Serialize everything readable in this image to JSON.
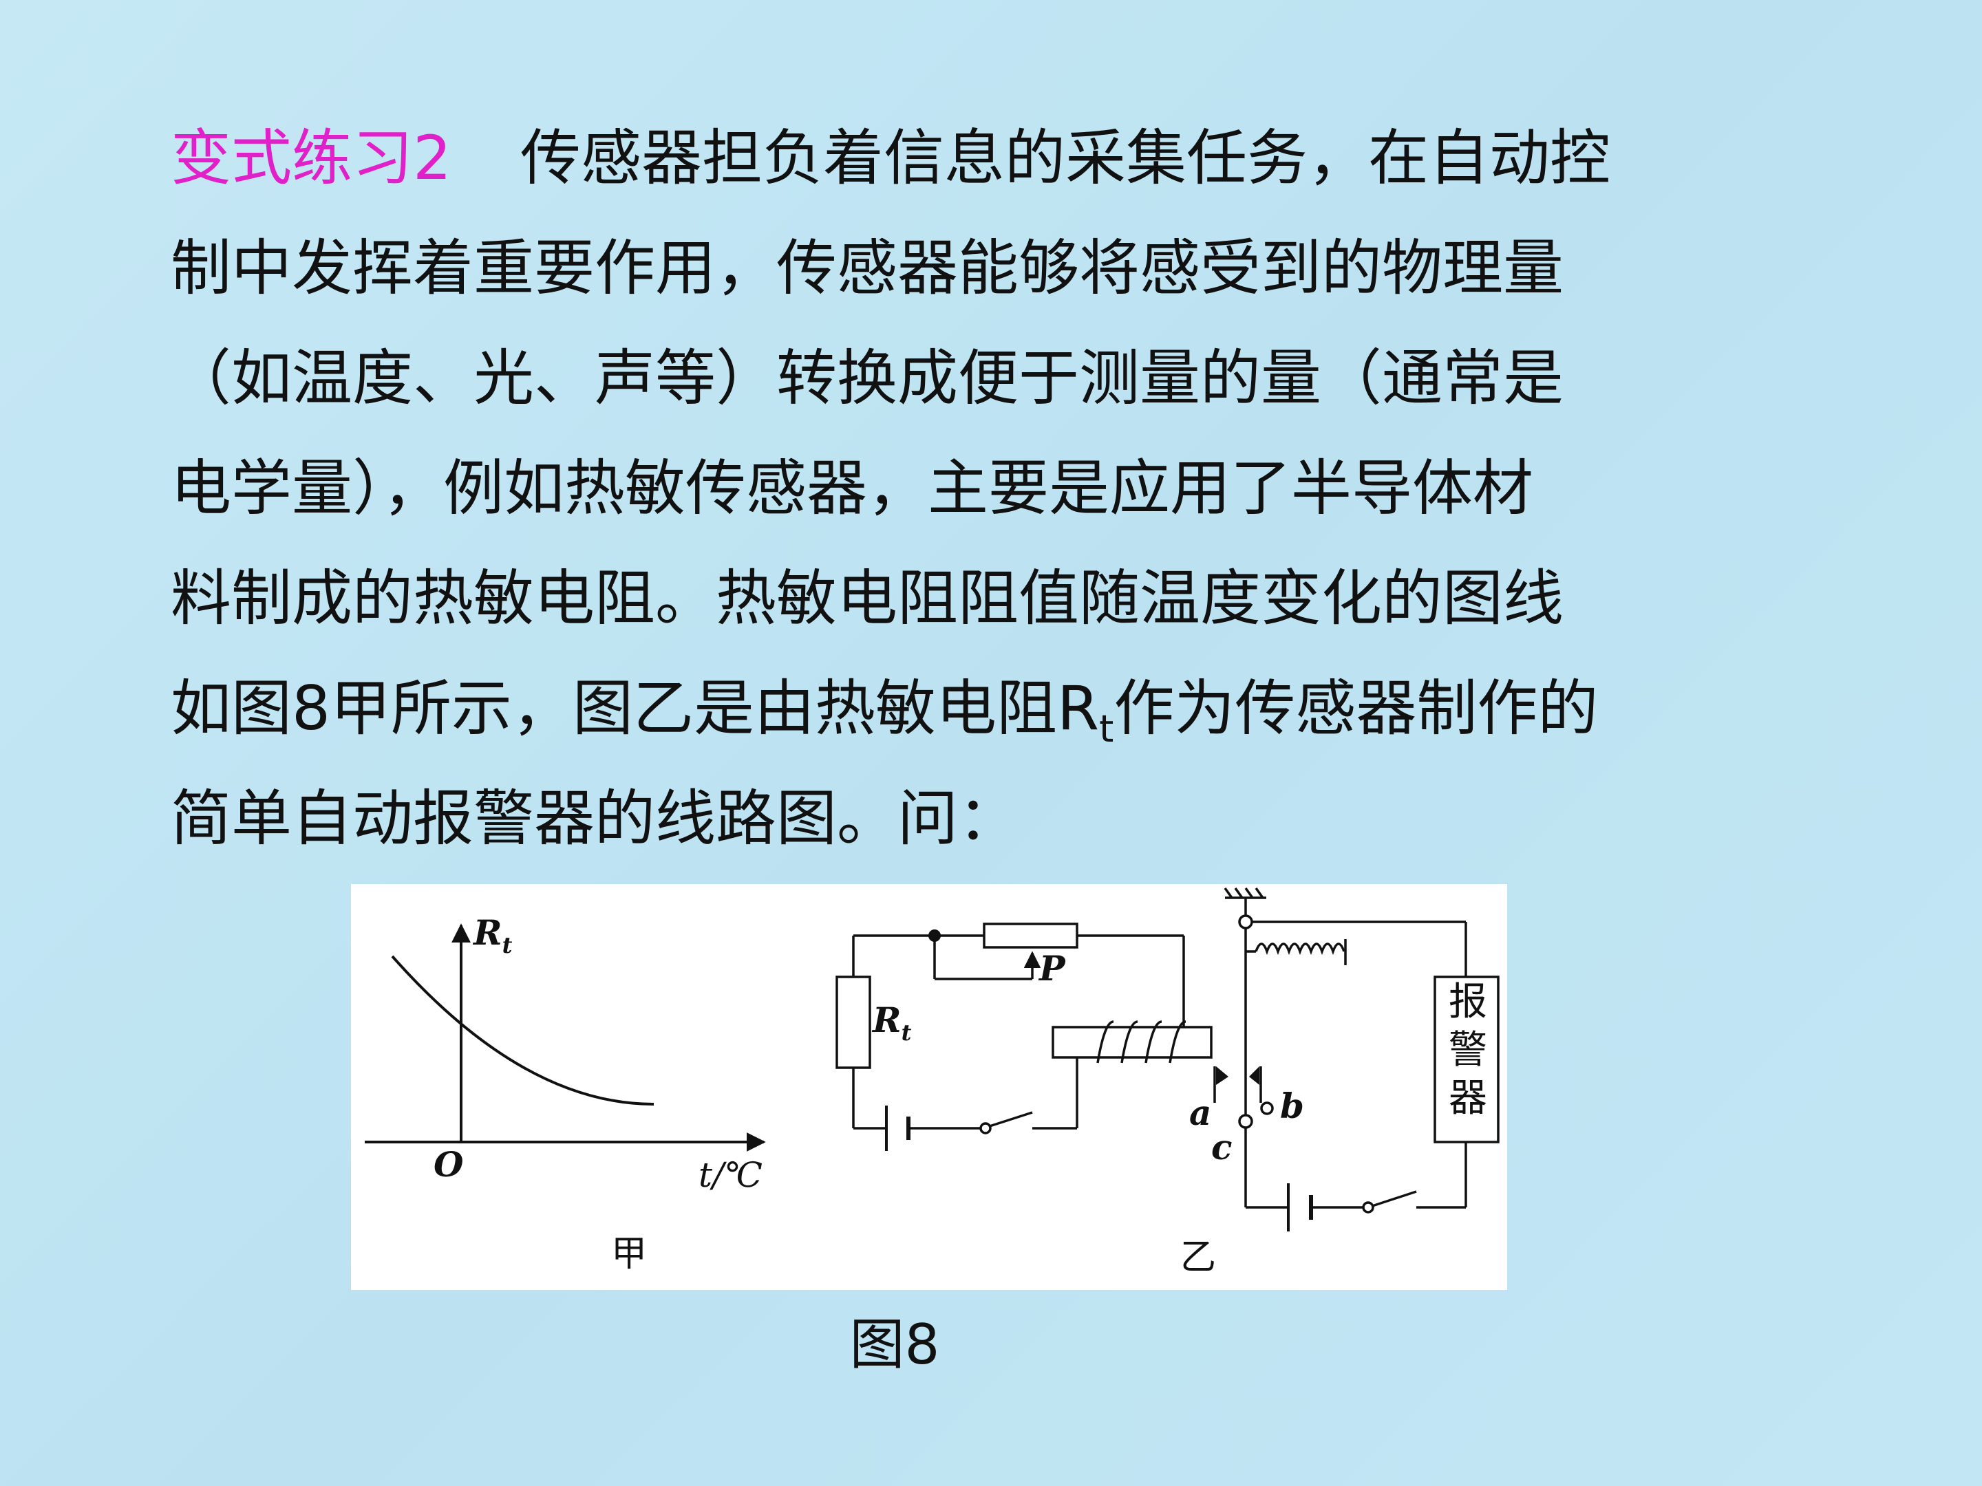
{
  "problem": {
    "label": "变式练习2",
    "lines": [
      "传感器担负着信息的采集任务，在自动控",
      "制中发挥着重要作用，传感器能够将感受到的物理量",
      "（如温度、光、声等）转换成便于测量的量（通常是",
      "电学量），例如热敏传感器，主要是应用了半导体材",
      "料制成的热敏电阻。热敏电阻阻值随温度变化的图线"
    ],
    "line6_pre": "如图8甲所示，图乙是由热敏电阻R",
    "line6_sub": "t",
    "line6_post": "作为传感器制作的",
    "line7": "简单自动报警器的线路图。问："
  },
  "figure": {
    "caption": "图8",
    "graph": {
      "y_label": "R",
      "y_label_sub": "t",
      "x_label": "t/℃",
      "origin_label": "O",
      "panel_label": "甲"
    },
    "circuit": {
      "thermistor_label": "R",
      "thermistor_sub": "t",
      "slider_label": "P",
      "contact_a": "a",
      "contact_b": "b",
      "contact_c": "c",
      "alarm_label": [
        "报",
        "警",
        "器"
      ],
      "panel_label": "乙"
    }
  }
}
